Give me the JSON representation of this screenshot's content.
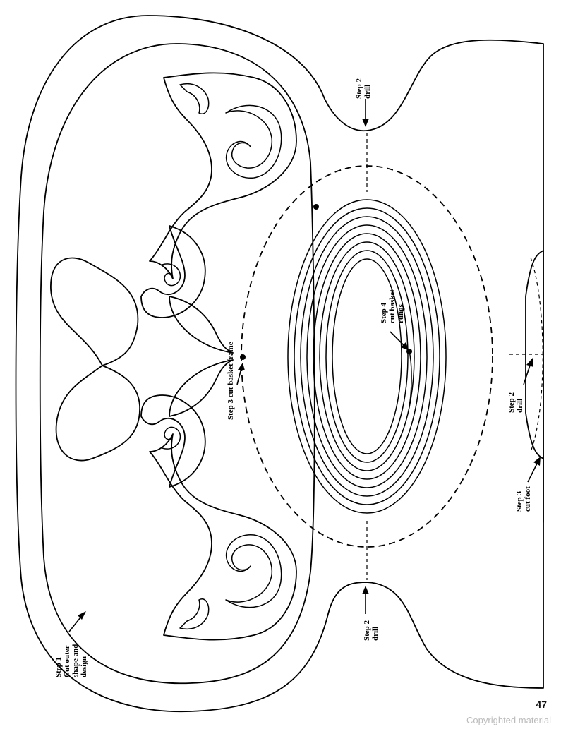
{
  "labels": {
    "step1": [
      "Step 1",
      "Cut outer",
      "shape and",
      "design"
    ],
    "step2_top": [
      "Step 2",
      "drill"
    ],
    "step2_bottom": [
      "Step 2",
      "drill"
    ],
    "step2_foot": [
      "Step 2",
      "drill"
    ],
    "step3_frame": "Step 3 cut basket frame",
    "step3_foot": [
      "Step 3",
      "cut foot"
    ],
    "step4": [
      "Step 4",
      "cut basket",
      "rungs"
    ]
  },
  "page_number": "47",
  "copyright": "Copyrighted material"
}
